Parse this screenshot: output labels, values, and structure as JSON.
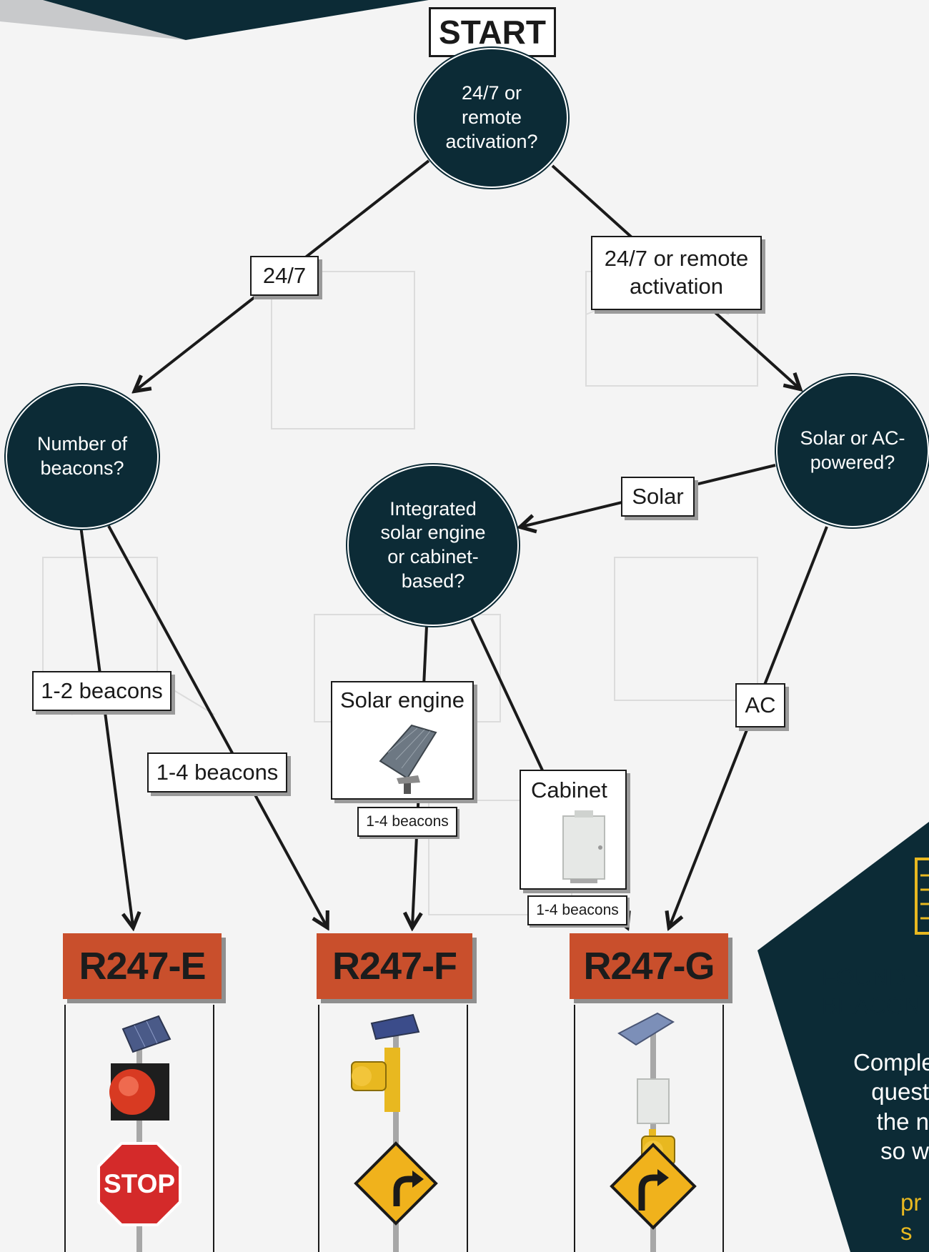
{
  "start": "START",
  "nodes": {
    "activation": "24/7 or\nremote\nactivation?",
    "beacons": "Number of\nbeacons?",
    "power": "Solar or AC-\npowered?",
    "integrated": "Integrated\nsolar engine\nor cabinet-\nbased?"
  },
  "edges": {
    "e247": "24/7",
    "remote": "24/7 or remote\nactivation",
    "solar": "Solar",
    "beacons12": "1-2 beacons",
    "beacons14": "1-4 beacons",
    "solar_engine": "Solar engine",
    "solar_engine_beacons": "1-4 beacons",
    "cabinet": "Cabinet",
    "cabinet_beacons": "1-4 beacons",
    "ac": "AC"
  },
  "products": {
    "e": "R247-E",
    "f": "R247-F",
    "g": "R247-G"
  },
  "signs": {
    "stop": "STOP"
  },
  "callout": {
    "title": "FOUND Y\nBEACON",
    "body": "Comple\nquest\nthe n\nso w",
    "highlight": "pr\ns"
  },
  "colors": {
    "node": "#0c2b36",
    "product": "#c94f2c",
    "accent": "#e8b820"
  },
  "icons": [
    "checklist-icon",
    "solar-panel-icon",
    "beacon-icon",
    "stop-sign-icon",
    "curve-warning-icon",
    "cabinet-icon"
  ]
}
